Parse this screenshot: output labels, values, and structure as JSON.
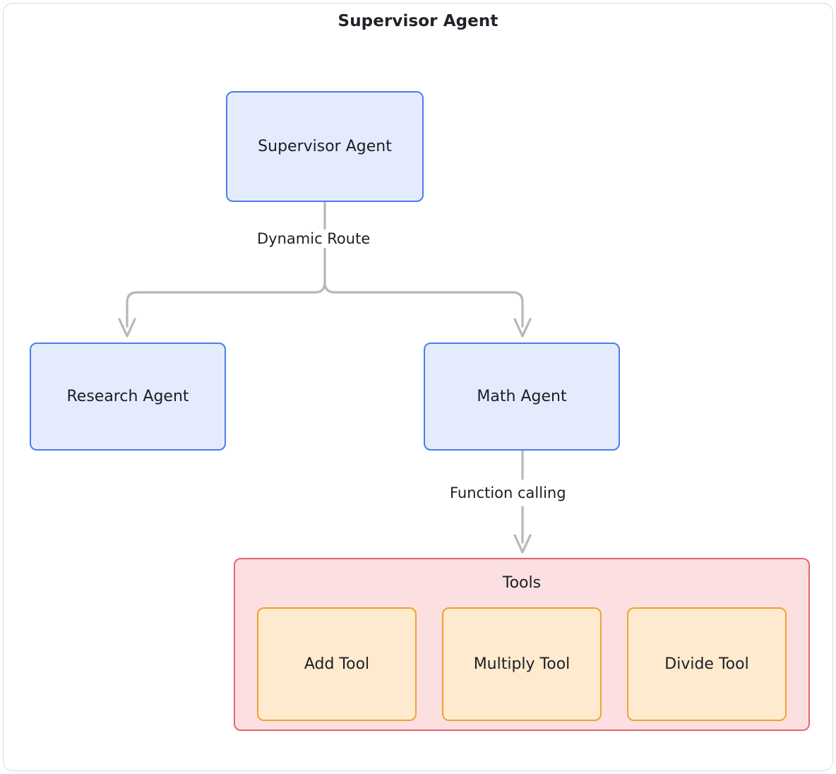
{
  "diagram": {
    "title": "Supervisor Agent",
    "type": "flowchart",
    "colors": {
      "frame_border": "#d7d9de",
      "agent_fill": "#e3ebfd",
      "agent_border": "#4b7cf0",
      "tools_fill": "#fcdfe1",
      "tools_border": "#e8626e",
      "tool_fill": "#fdeacf",
      "tool_border": "#f0a330",
      "edge_stroke": "#b6b7b9",
      "text": "#1b1f24",
      "background": "#ffffff"
    },
    "nodes": {
      "supervisor": "Supervisor Agent",
      "research": "Research Agent",
      "math": "Math Agent",
      "tools_group": "Tools"
    },
    "tools": [
      {
        "label": "Add Tool"
      },
      {
        "label": "Multiply Tool"
      },
      {
        "label": "Divide Tool"
      }
    ],
    "edges": [
      {
        "from": "Supervisor Agent",
        "to": "Research Agent",
        "label": "Dynamic Route"
      },
      {
        "from": "Supervisor Agent",
        "to": "Math Agent",
        "label": "Dynamic Route"
      },
      {
        "from": "Math Agent",
        "to": "Tools",
        "label": "Function calling"
      }
    ],
    "edge_labels": {
      "dynamic_route": "Dynamic Route",
      "function_calling": "Function calling"
    }
  }
}
